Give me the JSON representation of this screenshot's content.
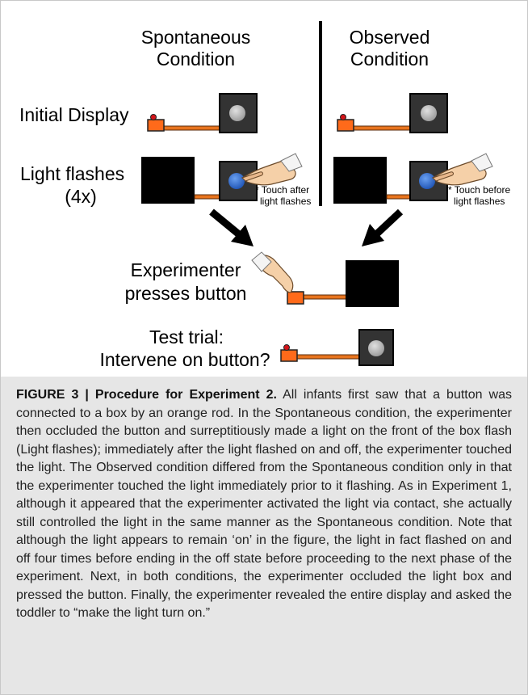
{
  "headers": {
    "spontaneous_line1": "Spontaneous",
    "spontaneous_line2": "Condition",
    "observed_line1": "Observed",
    "observed_line2": "Condition"
  },
  "rows": {
    "initial_display": "Initial Display",
    "light_flashes_line1": "Light flashes",
    "light_flashes_line2": "(4x)",
    "experimenter_line1": "Experimenter",
    "experimenter_line2": "presses button",
    "test_line1": "Test trial:",
    "test_line2": "Intervene on button?"
  },
  "annotations": {
    "touch_after_line1": "* Touch after",
    "touch_after_line2": "light flashes",
    "touch_before_line1": "* Touch before",
    "touch_before_line2": "light flashes"
  },
  "caption": {
    "label": "FIGURE 3 | Procedure for Experiment 2.",
    "text": "All infants first saw that a button was connected to a box by an orange rod. In the Spontaneous condition, the experimenter then occluded the button and surreptitiously made a light on the front of the box flash (Light flashes); immediately after the light flashed on and off, the experimenter touched the light. The Observed condition differed from the Spontaneous condition only in that the experimenter touched the light immediately prior to it flashing. As in Experiment 1, although it appeared that the experimenter activated the light via contact, she actually still controlled the light in the same manner as the Spontaneous condition. Note that although the light appears to remain ‘on’ in the figure, the light in fact flashed on and off four times before ending in the off state before proceeding to the next phase of the experiment. Next, in both conditions, the experimenter occluded the light box and pressed the button. Finally, the experimenter revealed the entire display and asked the toddler to “make the light turn on.”"
  },
  "colors": {
    "button_orange": "#ff6a1a",
    "button_red": "#d4141a",
    "rod_orange": "#e8741e",
    "box_dark": "#333333",
    "light_off": "#bdbdbd",
    "light_on": "#3a78d8",
    "occluder": "#000000",
    "caption_bg": "#e6e6e6"
  }
}
